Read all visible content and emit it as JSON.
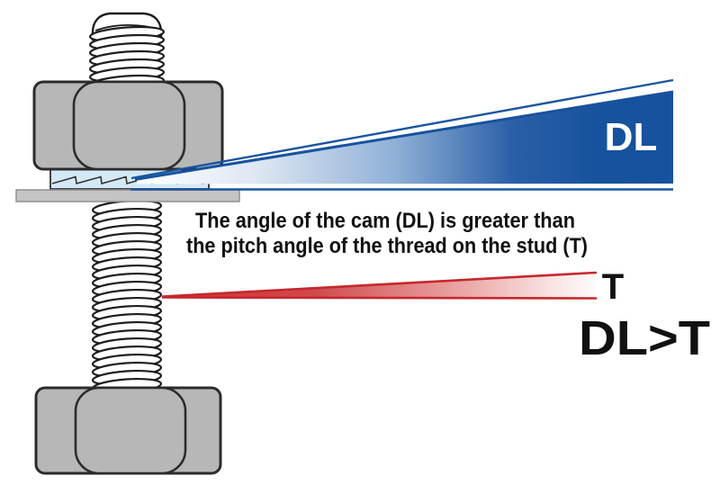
{
  "caption": {
    "line1": "The angle of the cam (DL) is greater than",
    "line2": "the pitch angle of the thread on the stud (T)"
  },
  "labels": {
    "cam": "DL",
    "thread": "T",
    "comparison": "DL>T"
  },
  "colors": {
    "cam_blue": "#17529e",
    "blue_line": "#1a55a0",
    "thread_red": "#c5282d",
    "text": "#111111",
    "washer_blue": "#d4e9f6",
    "metal_gray": "#b7b7b7",
    "plate_gray": "#c4c4c4"
  }
}
